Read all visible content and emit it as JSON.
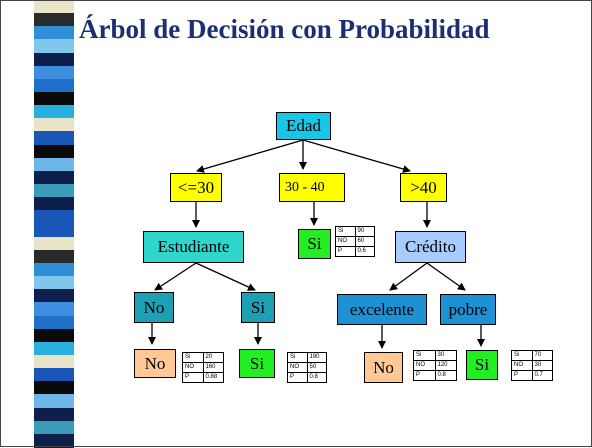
{
  "title": "Árbol de Decisión con Probabilidad",
  "colors": {
    "title": "#1c2f72",
    "root": "#19c6e6",
    "age_branch": "#ffff00",
    "attribute": "#2ed6cc",
    "credit": "#a8ccff",
    "teal_value": "#1ea0b4",
    "blue_value": "#1e90d4",
    "leaf_yes": "#22ee22",
    "leaf_no": "#ffc896"
  },
  "nodes": {
    "root": "Edad",
    "age_le30": "<=30",
    "age_30_40": "30 - 40",
    "age_gt40": ">40",
    "estudiante": "Estudiante",
    "leaf_30_40": "Si",
    "credito": "Crédito",
    "est_no": "No",
    "est_si": "Si",
    "cred_excelente": "excelente",
    "cred_pobre": "pobre",
    "leaf_est_no": "No",
    "leaf_est_si": "Si",
    "leaf_exc": "No",
    "leaf_pob": "Si"
  },
  "stats": {
    "s30_40": [
      [
        "Si",
        "90"
      ],
      [
        "NO",
        "60"
      ],
      [
        "P",
        "0.6"
      ]
    ],
    "est_no": [
      [
        "Si",
        "20"
      ],
      [
        "NO",
        "160"
      ],
      [
        "P",
        "0.88"
      ]
    ],
    "est_si": [
      [
        "Si",
        "190"
      ],
      [
        "NO",
        "50"
      ],
      [
        "P",
        "0.8"
      ]
    ],
    "exc": [
      [
        "Si",
        "30"
      ],
      [
        "NO",
        "120"
      ],
      [
        "P",
        "0.8"
      ]
    ],
    "pob": [
      [
        "Si",
        "70"
      ],
      [
        "NO",
        "30"
      ],
      [
        "P",
        "0.7"
      ]
    ]
  }
}
